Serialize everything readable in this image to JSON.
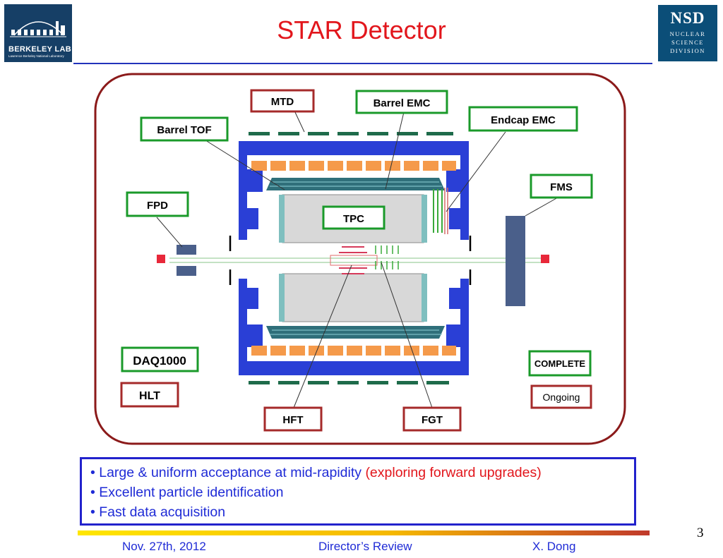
{
  "header": {
    "title": "STAR Detector",
    "left_logo": {
      "name": "BERKELEY LAB",
      "subtitle": "Lawrence Berkeley National Laboratory"
    },
    "right_logo": {
      "acronym": "NSD",
      "line1": "NUCLEAR",
      "line2": "SCIENCE",
      "line3": "DIVISION"
    }
  },
  "diagram": {
    "labels": {
      "mtd": "MTD",
      "barrel_emc": "Barrel EMC",
      "endcap_emc": "Endcap EMC",
      "barrel_tof": "Barrel TOF",
      "fpd": "FPD",
      "fms": "FMS",
      "tpc": "TPC",
      "daq1000": "DAQ1000",
      "hlt": "HLT",
      "hft": "HFT",
      "fgt": "FGT"
    },
    "legend": {
      "complete": "COMPLETE",
      "ongoing": "Ongoing"
    },
    "colors": {
      "frame": "#8b1a1a",
      "complete_border": "#1a9a2a",
      "ongoing_border": "#a52a2a",
      "magnet_blue": "#2a3fd6",
      "calorimeter_orange": "#f59a4a",
      "mtd_green": "#1e6b4a",
      "fms_steel": "#4a5f8a",
      "tpc_gray": "#d8d8d8"
    }
  },
  "bullets": {
    "b1_main": "• Large & uniform acceptance at mid-rapidity",
    "b1_highlight": "(exploring forward upgrades)",
    "b2": "• Excellent particle identification",
    "b3": "• Fast data acquisition"
  },
  "footer": {
    "date": "Nov. 27th, 2012",
    "event": "Director’s Review",
    "author": "X. Dong",
    "page": "3"
  }
}
